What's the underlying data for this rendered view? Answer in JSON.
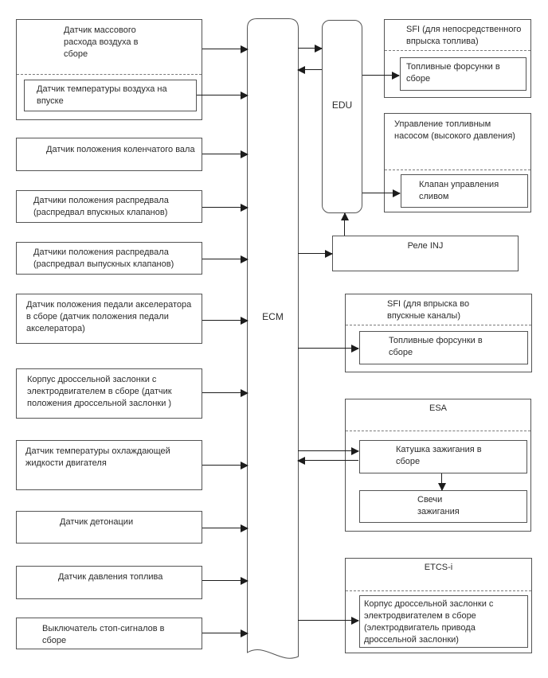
{
  "diagram_title": "ECM engine control system wiring diagram",
  "colors": {
    "background": "#ffffff",
    "box_border": "#545454",
    "arrow": "#1c1c1c",
    "text": "#2b2b2b",
    "dashed_divider": "#7a7a7a"
  },
  "labels": {
    "maf": "Датчик массового\nрасхода воздуха в\nсборе",
    "iat": "Датчик температуры воздуха на\nвпуске",
    "ckp": "Датчик положения коленчатого вала",
    "cmp_intake": "Датчики положения распредвала\n(распредвал впускных клапанов)",
    "cmp_exhaust": "Датчики положения распредвала\n(распредвал выпускных клапанов)",
    "app": "Датчик положения педали акселератора\nв сборе (датчик положения педали\nакселератора)",
    "throttle_tps": "Корпус дроссельной заслонки с\nэлектродвигателем в сборе (датчик\nположения дроссельной заслонки )",
    "ect": "Датчик температуры охлаждающей\nжидкости двигателя",
    "knock": "Датчик детонации",
    "fuel_pressure": "Датчик давления топлива",
    "stop_lamp": "Выключатель стоп-сигналов в\nсборе",
    "ecm": "ECM",
    "edu": "EDU",
    "sfi_direct_title": "SFI (для непосредственного\nвпрыска топлива)",
    "injectors_direct": "Топливные форсунки в\nсборе",
    "fuel_pump_title": "Управление топливным\nнасосом (высокого давления)",
    "spill_valve": "Клапан управления\nсливом",
    "inj_relay": "Реле INJ",
    "sfi_port_title": "SFI (для впрыска во\nвпускные каналы)",
    "injectors_port": "Топливные форсунки в\nсборе",
    "esa_title": "ESA",
    "ignition_coil": "Катушка зажигания в\nсборе",
    "spark_plugs": "Свечи\nзажигания",
    "etcs_title": "ETCS-i",
    "throttle_motor": "Корпус дроссельной заслонки с\nэлектродвигателем в сборе\n(электродвигатель привода\nдроссельной заслонки)"
  }
}
